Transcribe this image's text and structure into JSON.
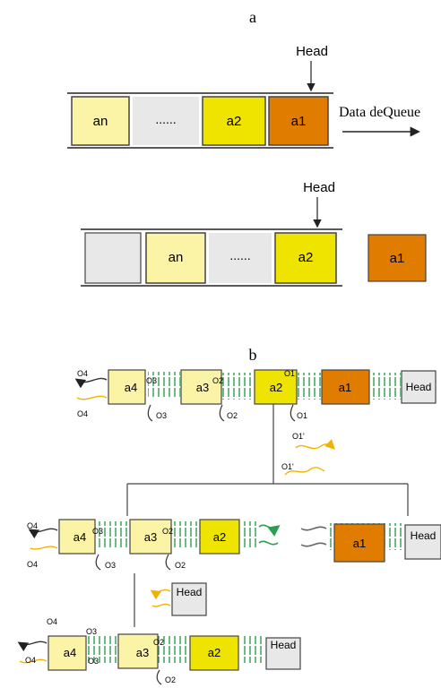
{
  "panel_a": {
    "label": "a",
    "queue1": {
      "cells": [
        "an",
        "......",
        "a2",
        "a1"
      ],
      "head": "Head",
      "arrow_text": "Data deQueue"
    },
    "queue2": {
      "cells": [
        "an",
        "......",
        "a2"
      ],
      "head": "Head",
      "removed": "a1"
    }
  },
  "panel_b": {
    "label": "b",
    "top": {
      "boxes": [
        "a4",
        "a3",
        "a2",
        "a1",
        "Head"
      ],
      "oligos": [
        "O4",
        "O3",
        "O2",
        "O1",
        "O4",
        "O3",
        "O2",
        "O1"
      ]
    },
    "inputs": [
      "O1'",
      "O1'"
    ],
    "left_branch": {
      "boxes": [
        "a4",
        "a3",
        "a2"
      ],
      "oligos": [
        "O4",
        "O3",
        "O2",
        "O4",
        "O3",
        "O2"
      ]
    },
    "right_branch": {
      "boxes": [
        "a1",
        "Head"
      ]
    },
    "head_piece": "Head",
    "bottom": {
      "boxes": [
        "a4",
        "a3",
        "a2",
        "Head"
      ],
      "oligos": [
        "O4",
        "O3",
        "O2",
        "O4",
        "O3",
        "O2"
      ]
    }
  },
  "colors": {
    "cell_pale": "#fbf3a6",
    "cell_yellow": "#efe400",
    "cell_orange": "#e07c00",
    "cell_gray": "#e8e8e8",
    "helix_green": "#2e9e4e",
    "strand_yellow": "#f0b400"
  }
}
